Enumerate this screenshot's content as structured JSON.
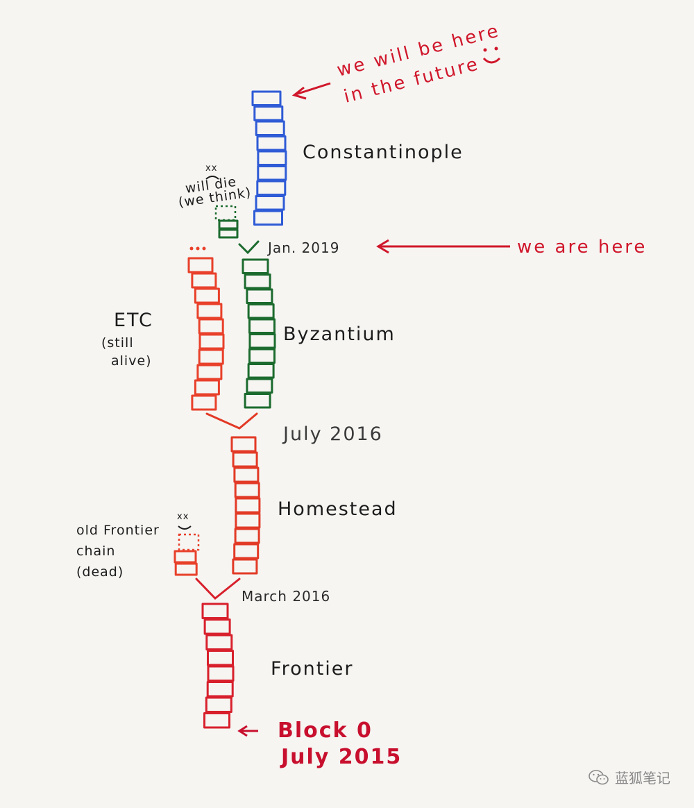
{
  "annotations": {
    "future_line1": "we will be here",
    "future_line2": "in the future",
    "smiley": ":)",
    "we_are_here": "we are here",
    "will_die_mark": "xx",
    "will_die_line1": "will die",
    "will_die_line2": "(we think)",
    "etc_title": "ETC",
    "etc_line1": "(still",
    "etc_line2": "alive)",
    "old_frontier_mark": "xx",
    "old_frontier_line1": "old Frontier",
    "old_frontier_line2": "chain",
    "old_frontier_line3": "(dead)",
    "block0_line1": "Block 0",
    "block0_line2": "July 2015"
  },
  "eras": {
    "constantinople": "Constantinople",
    "byzantium": "Byzantium",
    "homestead": "Homestead",
    "frontier": "Frontier"
  },
  "dates": {
    "jan_2019": "Jan. 2019",
    "july_2016": "July 2016",
    "march_2016": "March 2016"
  },
  "watermark": {
    "text": "蓝狐笔记",
    "icon": "wechat-icon"
  },
  "colors": {
    "blue_chain": "#2f5bd6",
    "green_chain": "#1c6b2e",
    "etc_chain": "#e8402a",
    "homestead_chain": "#e23a26",
    "frontier_chain": "#d8202c",
    "annotation_red": "#d0172b"
  }
}
